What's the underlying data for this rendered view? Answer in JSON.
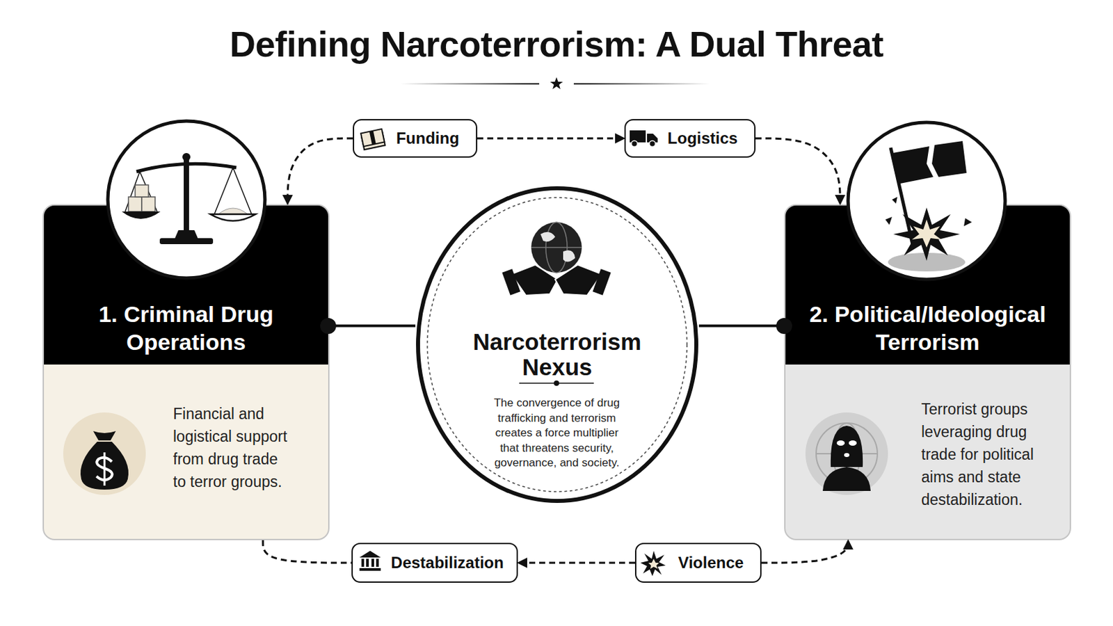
{
  "diagram": {
    "title": "Defining Narcoterrorism: A Dual Threat",
    "nodes": [
      {
        "text": [
          "Funding"
        ]
      },
      {
        "text": [
          "Logistics"
        ]
      },
      {
        "text": [
          "1. Criminal Drug Operations",
          "Financial and logistical support from drug trade to terror groups."
        ]
      },
      {
        "text": [
          "Narcoterrorism Nexus",
          "The convergence of drug trafficking and terrorism creates a force multiplier that threatens security, governance, and society."
        ]
      },
      {
        "text": [
          "2. Political/Ideological Terrorism",
          "Terrorist groups leveraging drug trade for political aims and state destabilization."
        ]
      },
      {
        "text": [
          "Destabilization"
        ]
      },
      {
        "text": [
          "Violence"
        ]
      }
    ],
    "edges": [
      {
        "from": 0,
        "to": 2,
        "arrow": "to"
      },
      {
        "from": 0,
        "to": 1,
        "arrow": "to"
      },
      {
        "from": 1,
        "to": 4,
        "arrow": "to"
      },
      {
        "from": 2,
        "to": 3,
        "arrow": "none"
      },
      {
        "from": 3,
        "to": 4,
        "arrow": "none"
      },
      {
        "from": 2,
        "to": 5,
        "arrow": "none"
      },
      {
        "from": 6,
        "to": 5,
        "arrow": "to"
      },
      {
        "from": 6,
        "to": 4,
        "arrow": "to"
      }
    ]
  }
}
